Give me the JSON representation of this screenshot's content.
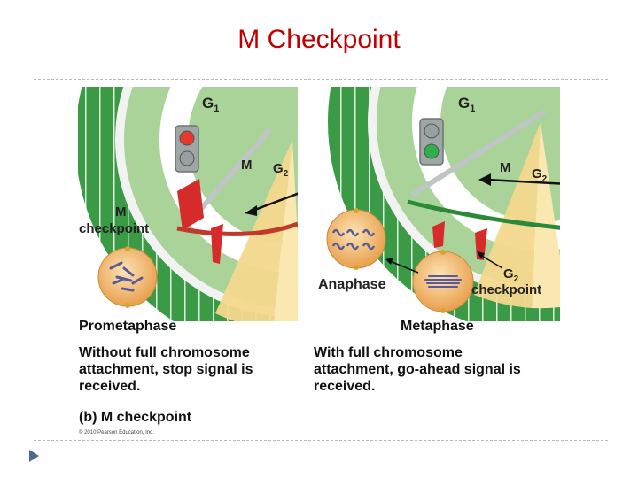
{
  "slide": {
    "title": "M Checkpoint"
  },
  "left_panel": {
    "g1_label": "G",
    "g1_sub": "1",
    "m_label": "M",
    "g2_label": "G",
    "g2_sub": "2",
    "checkpoint_line1": "M",
    "checkpoint_line2": "checkpoint",
    "phase_label": "Prometaphase",
    "caption_lines": [
      "Without full chromosome",
      "attachment, stop signal is",
      "received."
    ],
    "signal_colors": {
      "lit": "#e53b2e",
      "unlit": "#9aa0a0"
    }
  },
  "right_panel": {
    "g1_label": "G",
    "g1_sub": "1",
    "m_label": "M",
    "g2_label": "G",
    "g2_sub": "2",
    "anaphase_label": "Anaphase",
    "metaphase_label": "Metaphase",
    "g2_checkpoint_line1": "G",
    "g2_checkpoint_sub": "2",
    "g2_checkpoint_line2": "checkpoint",
    "caption_lines": [
      "With full chromosome",
      "attachment, go-ahead signal is",
      "received."
    ],
    "signal_colors": {
      "lit": "#2fae4a",
      "unlit": "#9aa0a0"
    }
  },
  "figure_label": "(b) M checkpoint",
  "copyright": "© 2010 Pearson Education, Inc.",
  "colors": {
    "title": "#c00000",
    "g1_area": "#aad39a",
    "band": "#3a9a46",
    "m_wedge": "#f4d88e",
    "barrier": "#d62b2b",
    "cell": "#f3b96a"
  }
}
